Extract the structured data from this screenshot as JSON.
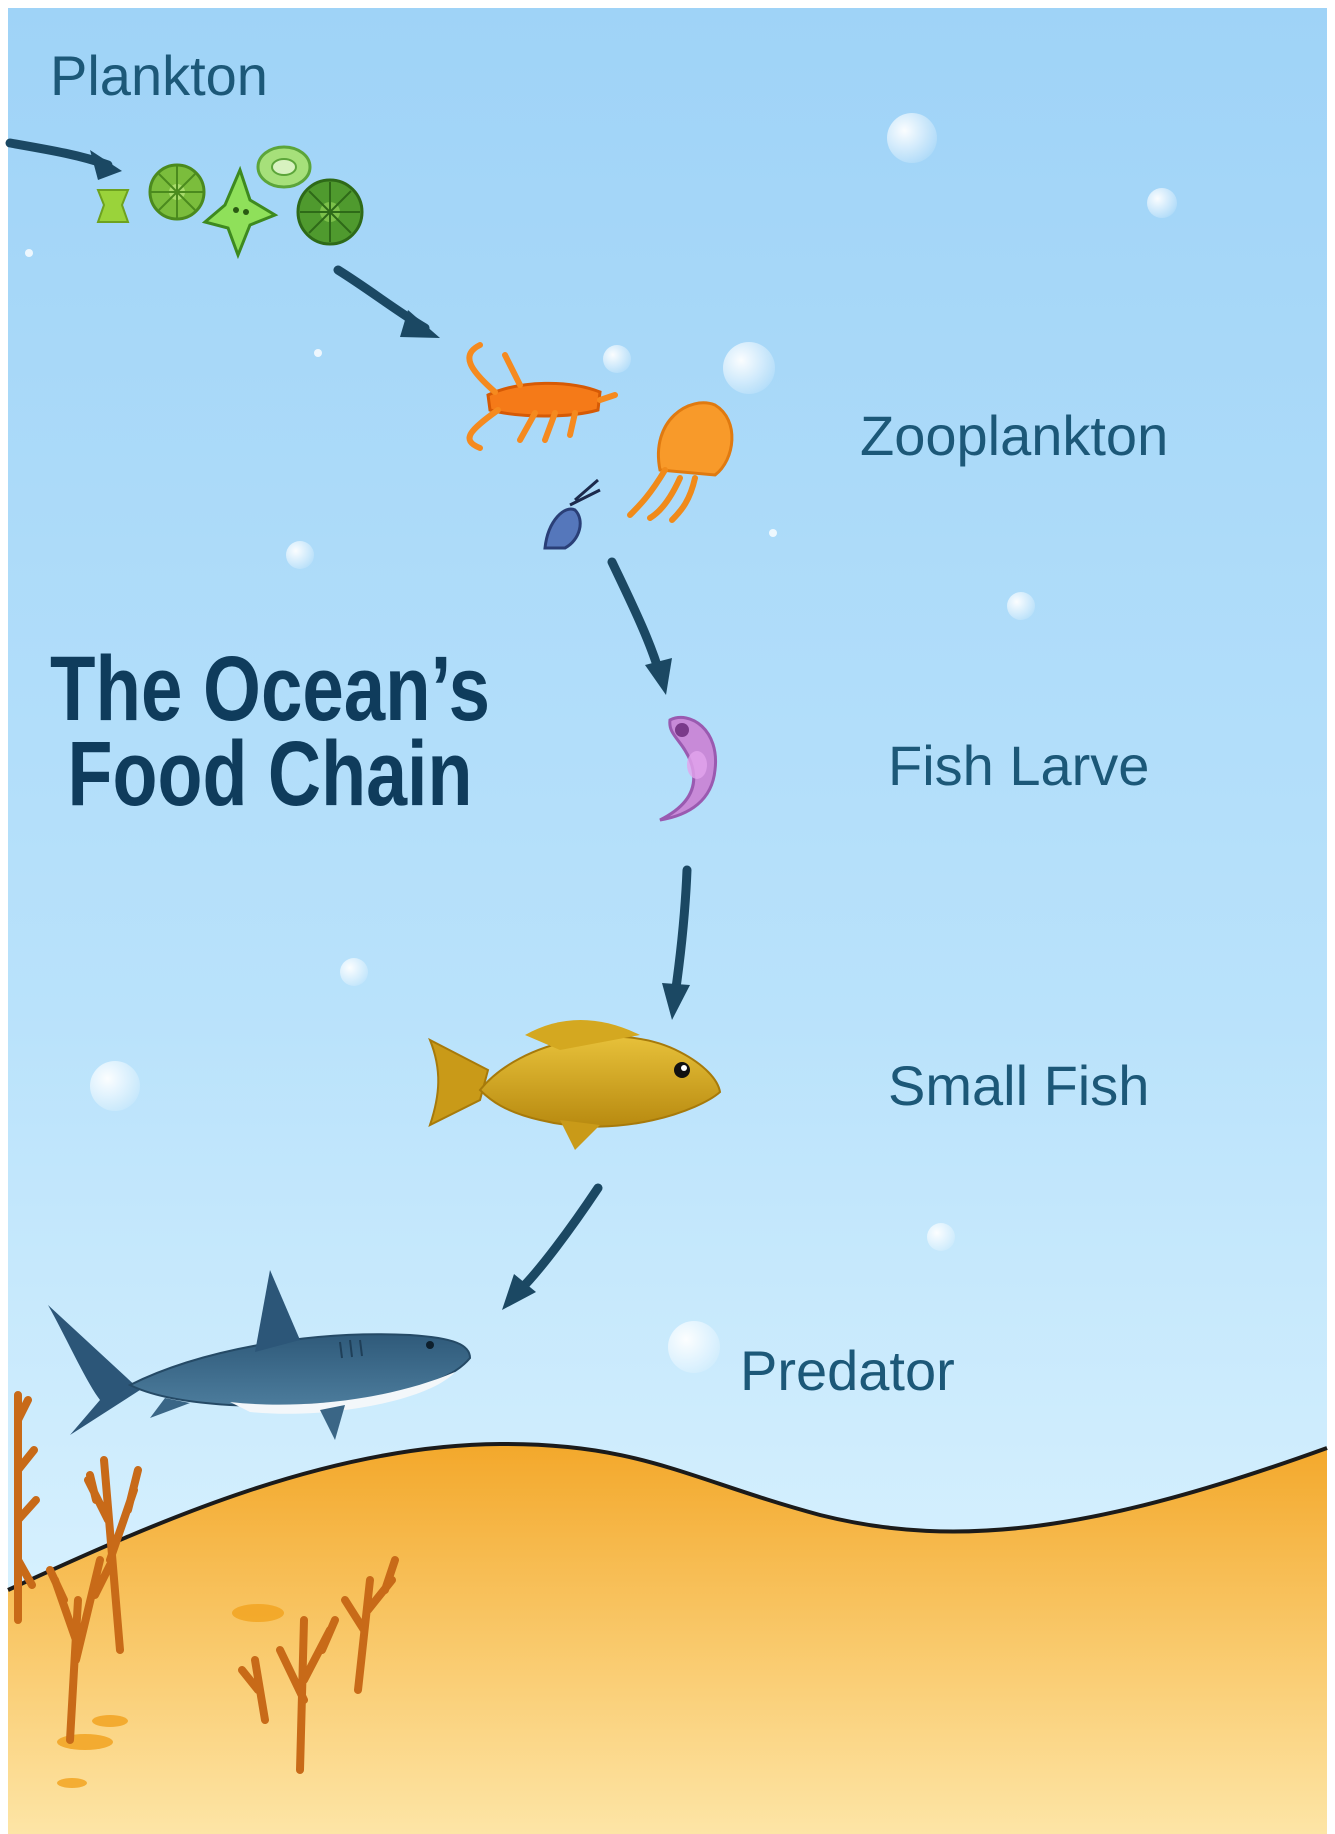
{
  "title": {
    "line1": "The Ocean’s",
    "line2": "Food Chain"
  },
  "stages": {
    "plankton": "Plankton",
    "zooplankton": "Zooplankton",
    "fish_larvae": "Fish Larve",
    "small_fish": "Small Fish",
    "predator": "Predator"
  },
  "colors": {
    "water_top": "#9fd3f7",
    "water_bottom": "#e2f6ff",
    "sand_top": "#f3a82b",
    "sand_bottom": "#fde5a6",
    "label": "#1c5878",
    "title": "#0f3c5c",
    "arrow": "#1b4863",
    "coral": "#c86a18"
  }
}
